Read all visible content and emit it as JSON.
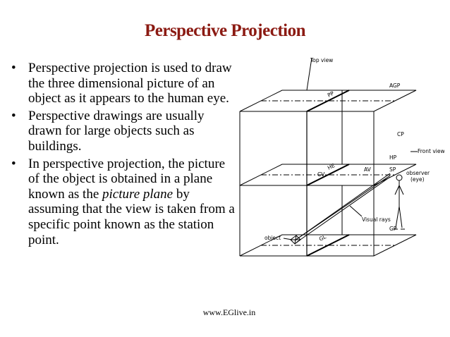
{
  "title": "Perspective Projection",
  "bullets": [
    {
      "text": "Perspective projection is used to draw the three dimensional picture of an object as it appears to the human eye."
    },
    {
      "text": "Perspective drawings are usually drawn for large objects such as buildings."
    },
    {
      "pre": "In perspective projection, the picture of the object is obtained in a plane known as the ",
      "em1": "picture plane",
      "mid": " by assuming that the view is taken from a specific point known as the station point."
    }
  ],
  "diagram_labels": {
    "top_view": "Top view",
    "agp": "AGP",
    "pp": "PP",
    "cp": "CP",
    "front_view": "Front view",
    "hp": "HP",
    "he": "HE",
    "cv": "CV",
    "av": "AV",
    "sp": "SP",
    "observer": "observer",
    "eye": "(eye)",
    "visual_rays": "Visual rays",
    "gp": "GP",
    "object": "object",
    "gl": "GL"
  },
  "footer": "www.EGlive.in"
}
